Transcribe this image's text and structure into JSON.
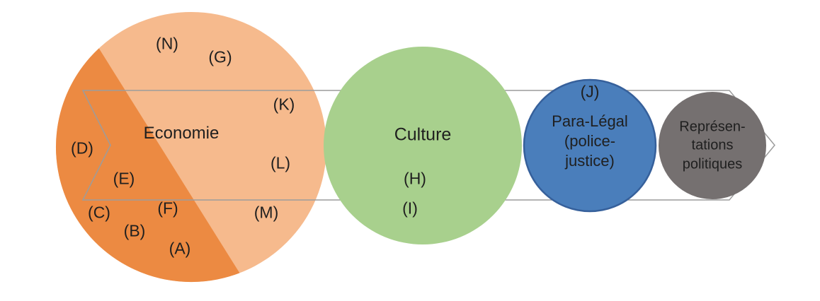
{
  "diagram": {
    "colors": {
      "economie_light": "#F6BA8D",
      "economie_dark": "#EC8A42",
      "culture_green": "#A8D08D",
      "para_legal_blue": "#4A7EBB",
      "para_legal_border": "#36609B",
      "representations_gray": "#757070",
      "band_outline": "#9C9C9C"
    },
    "zones": {
      "economie": {
        "label": "Economie"
      },
      "culture": {
        "label": "Culture"
      },
      "para_legal": {
        "label": "Para-Légal\n(police-\njustice)"
      },
      "representations": {
        "label": "Représen-\ntations\npolitiques"
      }
    },
    "letters": [
      {
        "id": "N",
        "label": "(N)"
      },
      {
        "id": "G",
        "label": "(G)"
      },
      {
        "id": "K",
        "label": "(K)"
      },
      {
        "id": "L",
        "label": "(L)"
      },
      {
        "id": "M",
        "label": "(M)"
      },
      {
        "id": "D",
        "label": "(D)"
      },
      {
        "id": "E",
        "label": "(E)"
      },
      {
        "id": "F",
        "label": "(F)"
      },
      {
        "id": "C",
        "label": "(C)"
      },
      {
        "id": "B",
        "label": "(B)"
      },
      {
        "id": "A",
        "label": "(A)"
      },
      {
        "id": "H",
        "label": "(H)"
      },
      {
        "id": "I",
        "label": "(I)"
      },
      {
        "id": "J",
        "label": "(J)"
      }
    ]
  }
}
